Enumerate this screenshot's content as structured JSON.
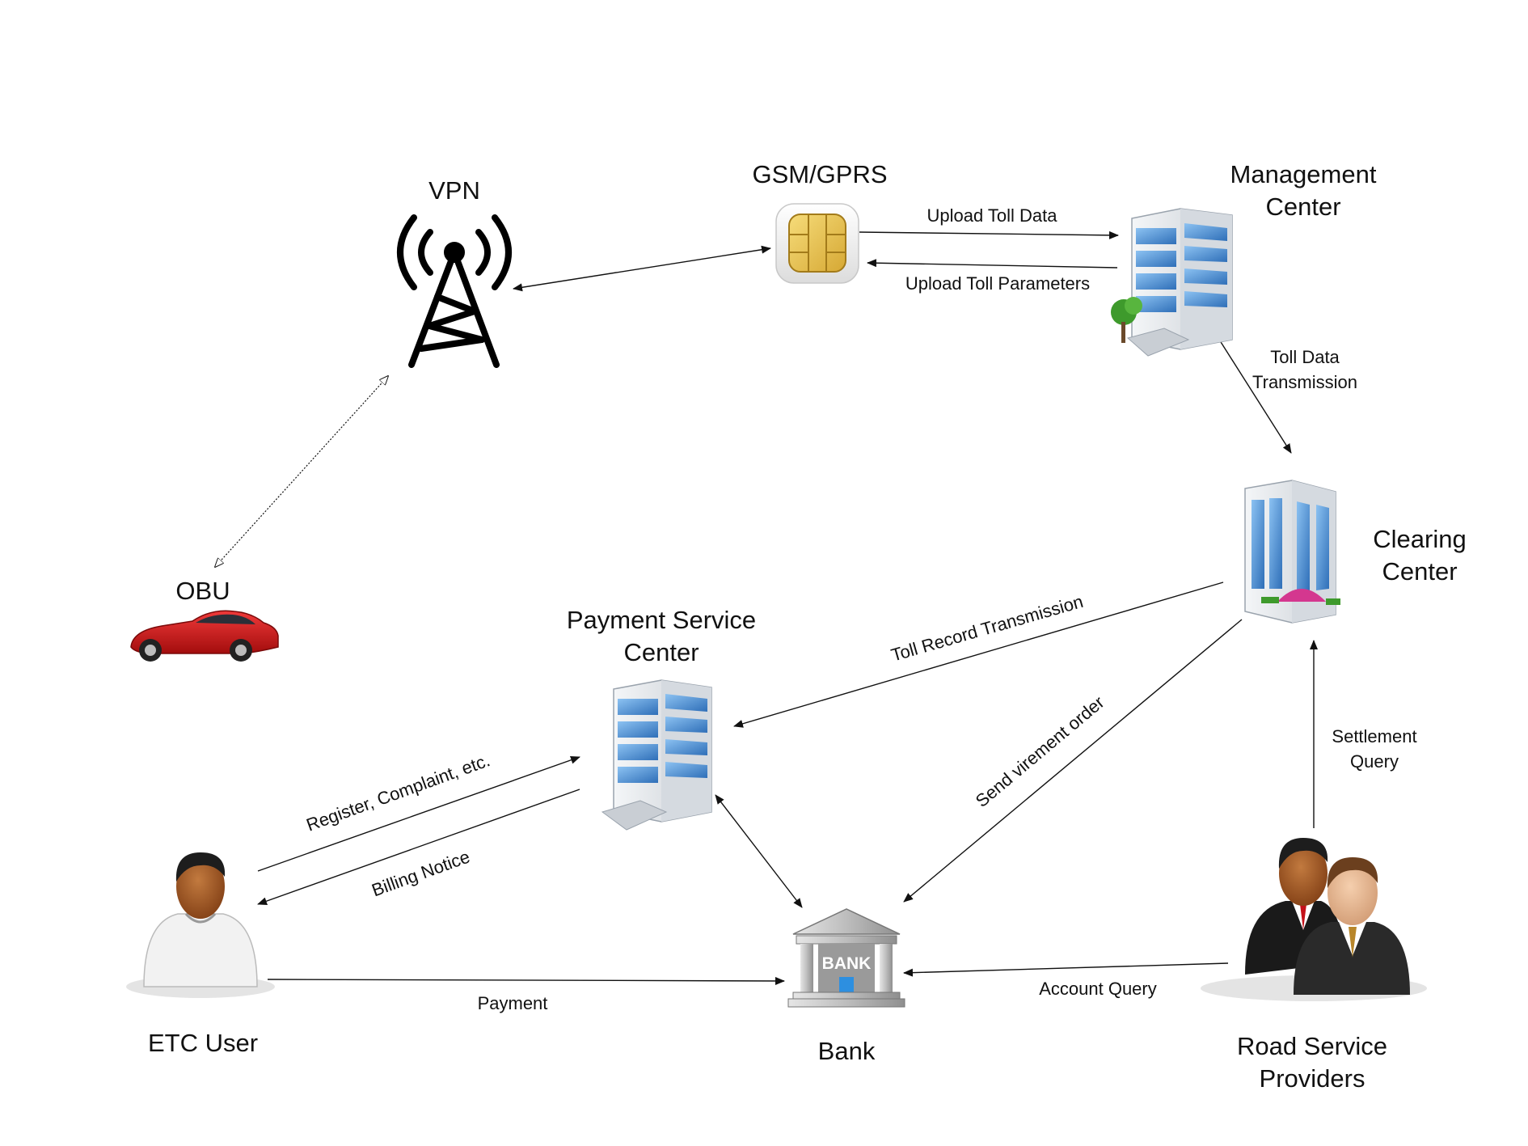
{
  "nodes": {
    "vpn": "VPN",
    "gsm": "GSM/GPRS",
    "management_line1": "Management",
    "management_line2": "Center",
    "obu": "OBU",
    "clearing_line1": "Clearing",
    "clearing_line2": "Center",
    "payment_line1": "Payment Service",
    "payment_line2": "Center",
    "etc_user": "ETC User",
    "bank": "Bank",
    "bank_sign": "BANK",
    "road_line1": "Road Service",
    "road_line2": "Providers"
  },
  "edges": {
    "upload_toll_data": "Upload Toll Data",
    "upload_toll_parameters": "Upload Toll Parameters",
    "toll_data_transmission_line1": "Toll Data",
    "toll_data_transmission_line2": "Transmission",
    "toll_record_transmission": "Toll Record Transmission",
    "send_virement_order": "Send virement order",
    "settlement_query_line1": "Settlement",
    "settlement_query_line2": "Query",
    "register_complaint": "Register, Complaint, etc.",
    "billing_notice": "Billing Notice",
    "payment": "Payment",
    "account_query": "Account Query"
  },
  "icons": {
    "tower": "radio-tower-icon",
    "sim": "sim-card-icon",
    "car": "car-icon",
    "building": "office-building-icon",
    "bank": "bank-icon",
    "person": "user-icon",
    "group": "group-icon"
  },
  "colors": {
    "building_glass": "#3f84cf",
    "car_body": "#cc1414",
    "sim_chip": "#e9c24a",
    "skin": "#9a4f1e"
  }
}
